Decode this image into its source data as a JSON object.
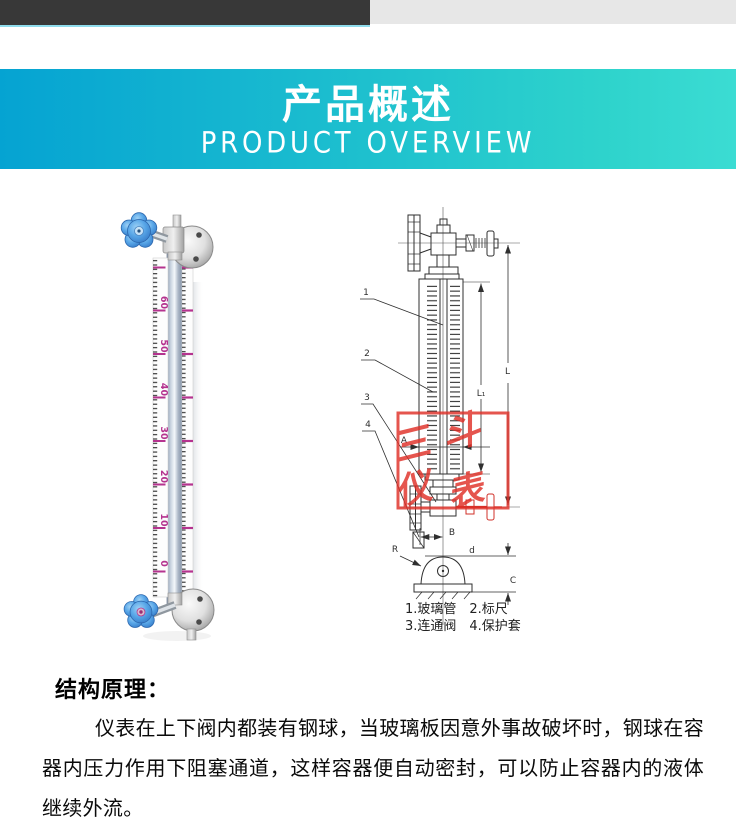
{
  "top_bar": {
    "dark_color": "#383838",
    "accent_line_color": "#8fdcec",
    "gray_color": "#e7e7e7"
  },
  "banner": {
    "title_zh": "产品概述",
    "title_en": "PRODUCT OVERVIEW",
    "gradient_left": "#05a3d2",
    "gradient_right": "#3bdcd3",
    "text_color": "#ffffff"
  },
  "gallery": {
    "photo": {
      "scale_labels": [
        "60",
        "50",
        "40",
        "30",
        "20",
        "10",
        "0"
      ],
      "scale_color": "#b5338f",
      "handwheel_color": "#4f9fe0"
    },
    "diagram": {
      "part_labels": [
        "1",
        "2",
        "3",
        "4"
      ],
      "dims": {
        "L": "L",
        "L1": "L₁",
        "A": "A",
        "B": "B",
        "C": "C",
        "R": "R",
        "d": "d"
      },
      "watermark_chars": [
        "三",
        "斗",
        "仪",
        "表"
      ],
      "watermark_color": "#e03028",
      "caption_line1": "1.玻璃管　2.标尺",
      "caption_line2": "3.连通阀　4.保护套"
    }
  },
  "description": {
    "heading": "结构原理：",
    "paragraph": "仪表在上下阀内都装有钢球，当玻璃板因意外事故破坏时，钢球在容器内压力作用下阻塞通道，这样容器便自动密封，可以防止容器内的液体继续外流。"
  }
}
